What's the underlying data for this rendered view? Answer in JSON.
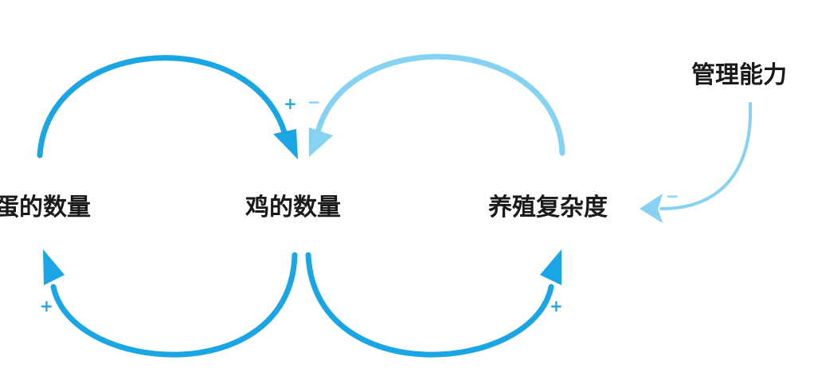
{
  "nodes": {
    "eggs": "蛋的数量",
    "chickens": "鸡的数量",
    "complexity": "养殖复杂度",
    "management": "管理能力"
  },
  "links": [
    {
      "from": "蛋的数量",
      "to": "鸡的数量",
      "sign": "+"
    },
    {
      "from": "养殖复杂度",
      "to": "鸡的数量",
      "sign": "−"
    },
    {
      "from": "鸡的数量",
      "to": "蛋的数量",
      "sign": "+"
    },
    {
      "from": "鸡的数量",
      "to": "养殖复杂度",
      "sign": "+"
    },
    {
      "from": "管理能力",
      "to": "养殖复杂度",
      "sign": "−"
    }
  ],
  "colors": {
    "strong": "#1aa6e4",
    "light": "#86d2f2"
  }
}
